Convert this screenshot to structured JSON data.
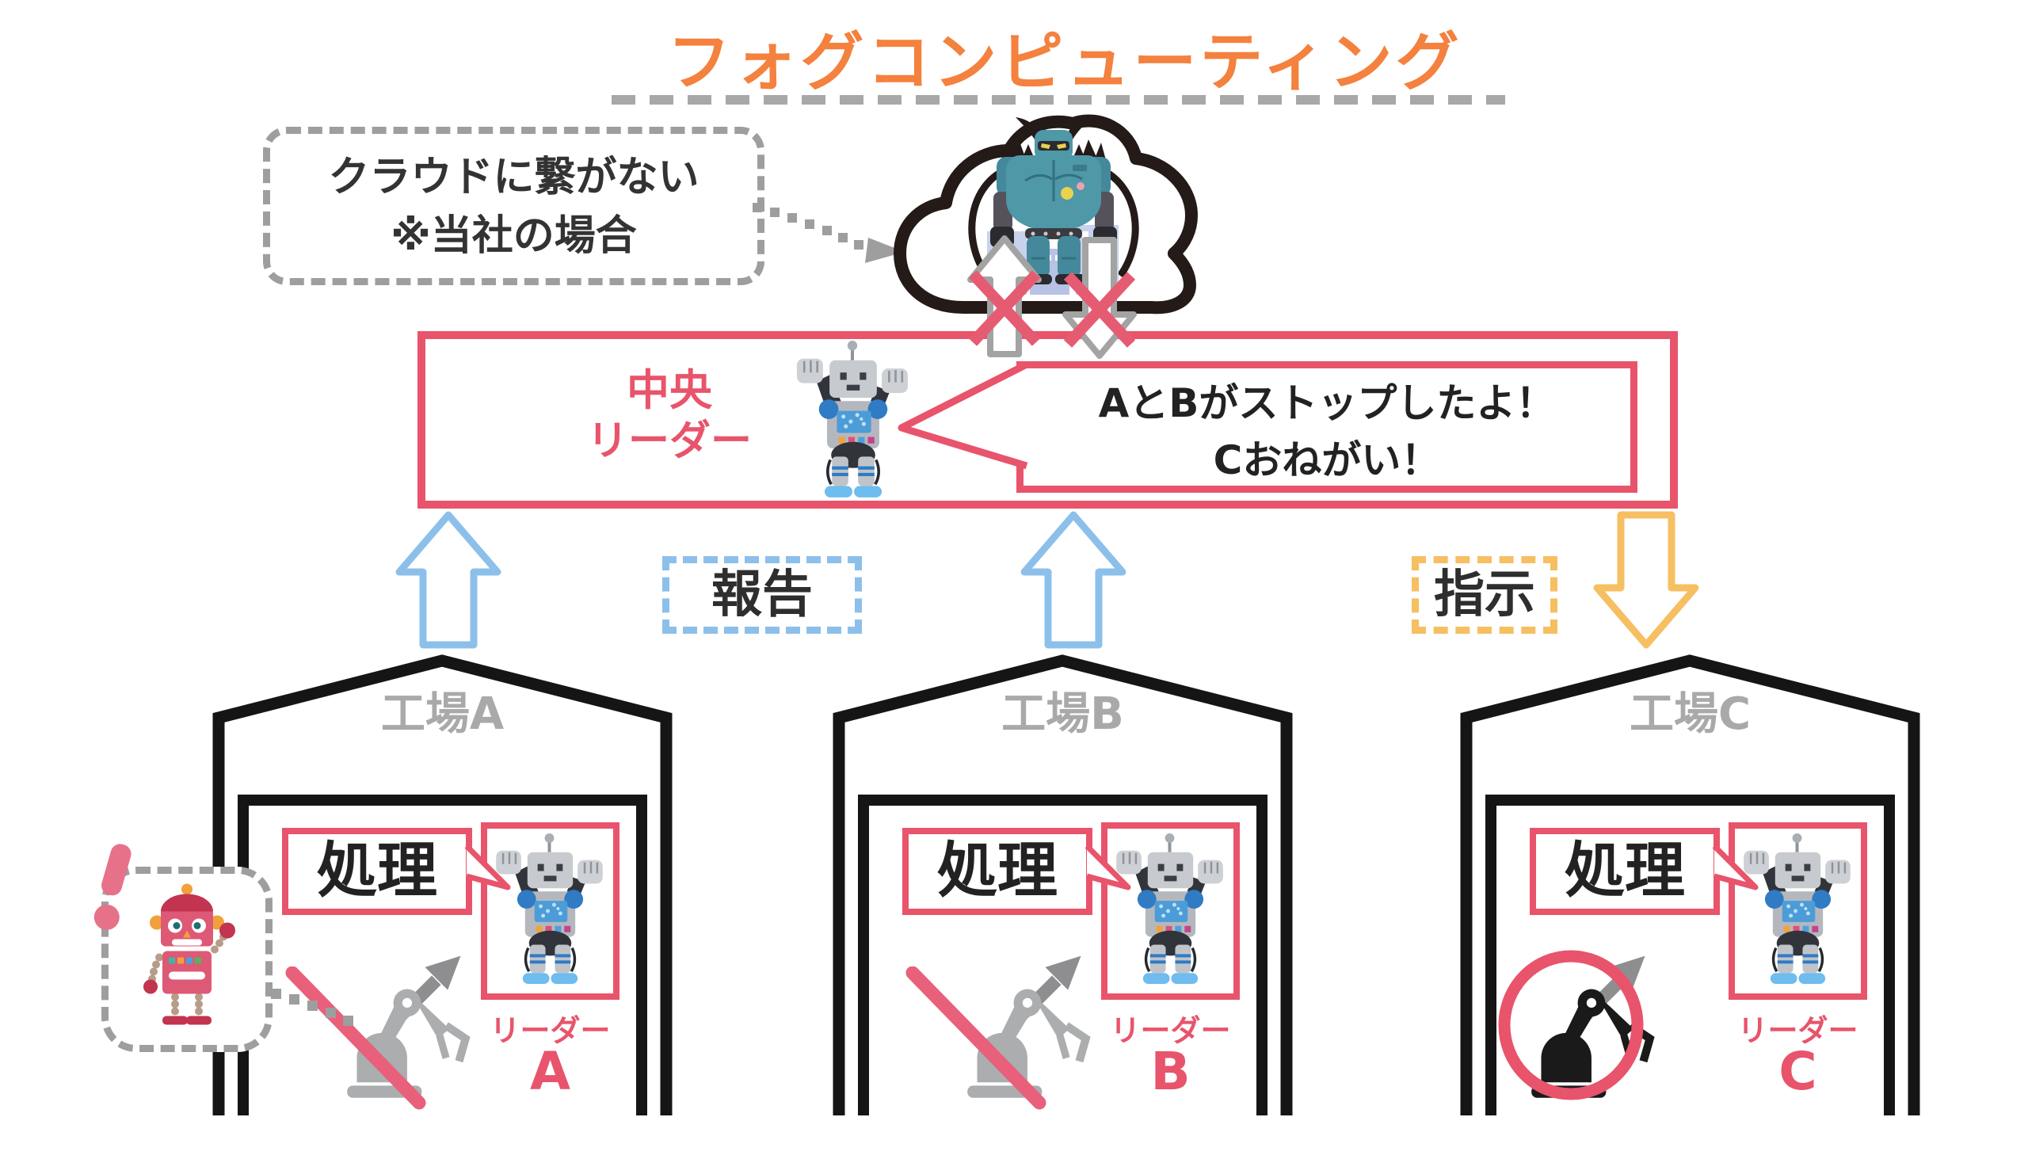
{
  "title": "フォグコンピューティング",
  "cloud_note": {
    "line1": "クラウドに繋がない",
    "line2": "※当社の場合"
  },
  "central": {
    "label_line1": "中央",
    "label_line2": "リーダー",
    "bubble_line1": "AとBがストップしたよ！",
    "bubble_line2": "Cおねがい！"
  },
  "flow_labels": {
    "report": "報告",
    "instruct": "指示"
  },
  "factories": [
    {
      "name": "工場A",
      "process_label": "処理",
      "leader_label": "リーダー",
      "leader_letter": "A",
      "machine_icon": "robot-arm-stopped-icon"
    },
    {
      "name": "工場B",
      "process_label": "処理",
      "leader_label": "リーダー",
      "leader_letter": "B",
      "machine_icon": "robot-arm-stopped-icon"
    },
    {
      "name": "工場C",
      "process_label": "処理",
      "leader_label": "リーダー",
      "leader_letter": "C",
      "machine_icon": "robot-arm-running-icon"
    }
  ],
  "icons": {
    "cloud": "cloud-icon",
    "cloud_monster": "monster-robot-icon",
    "blocked_link": "crossed-arrow-icon",
    "leader_robot": "leader-robot-icon",
    "alert_robot": "pink-robot-icon",
    "alert": "exclamation-icon"
  },
  "colors": {
    "accent_red": "#E8546B",
    "title_orange": "#F4813E",
    "arrow_blue": "#8CC0EA",
    "arrow_yellow": "#F6BF62",
    "gray": "#9E9E9E",
    "factory_gray": "#A9A9A9",
    "text_dark": "#2E2E2E"
  }
}
